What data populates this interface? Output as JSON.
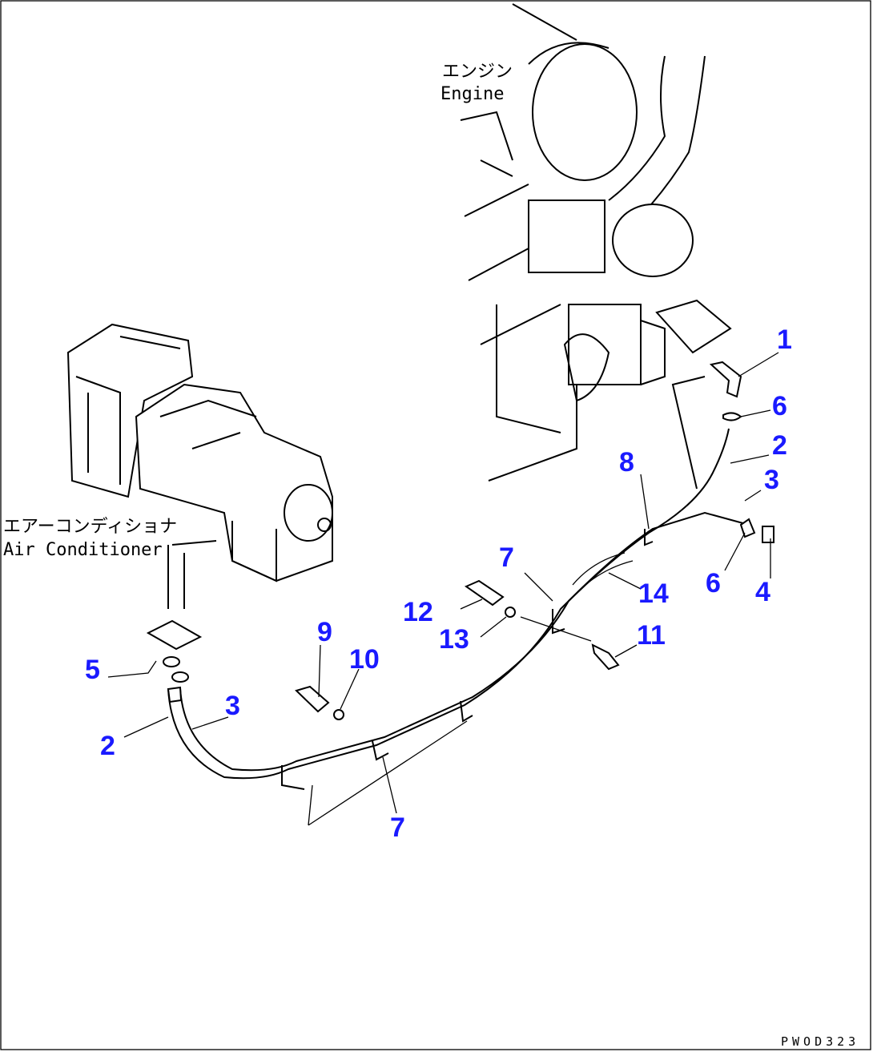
{
  "captions": {
    "engine_jp": "エンジン",
    "engine_en": "Engine",
    "ac_jp": "エアーコンディショナ",
    "ac_en": "Air Conditioner"
  },
  "callouts": [
    "1",
    "6",
    "2",
    "3",
    "6",
    "4",
    "8",
    "7",
    "14",
    "12",
    "13",
    "11",
    "9",
    "10",
    "5",
    "3",
    "2",
    "7"
  ],
  "drawing_code": "PWOD323",
  "colors": {
    "callout": "#1a1aff",
    "line": "#000000"
  }
}
